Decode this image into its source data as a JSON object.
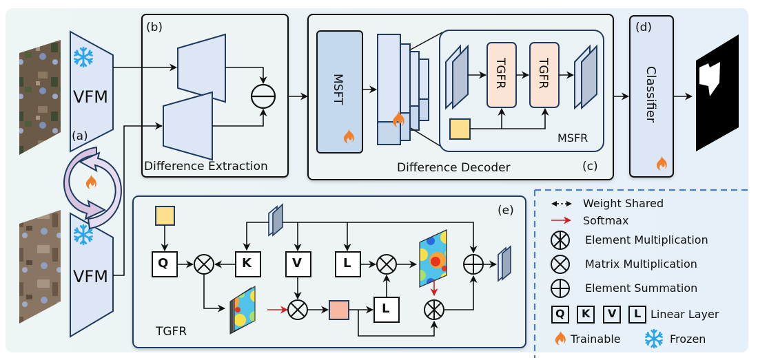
{
  "figure": {
    "panels": {
      "a": {
        "tag": "(a)",
        "encoder_label": "VFM"
      },
      "b": {
        "tag": "(b)",
        "title": "Difference Extraction"
      },
      "c": {
        "tag": "(c)",
        "title": "Difference Decoder",
        "msft_label": "MSFT",
        "msfr_label": "MSFR",
        "tgfr_label": "TGFR"
      },
      "d": {
        "tag": "(d)",
        "title": "Classifier"
      },
      "e": {
        "tag": "(e)",
        "title": "TGFR",
        "linear_q": "Q",
        "linear_k": "K",
        "linear_v": "V",
        "linear_l": "L"
      }
    },
    "legend": {
      "items": [
        {
          "symbol": "dashed-double-arrow",
          "label": "Weight Shared"
        },
        {
          "symbol": "red-arrow",
          "label": "Softmax"
        },
        {
          "symbol": "circled-asterisk",
          "label": "Element Multiplication"
        },
        {
          "symbol": "circled-times",
          "label": "Matrix Multiplication"
        },
        {
          "symbol": "circled-plus",
          "label": "Element Summation"
        },
        {
          "symbol": "linear-boxes",
          "label": "Linear Layer",
          "boxes": [
            "Q",
            "K",
            "V",
            "L"
          ]
        },
        {
          "symbol": "flame",
          "label": "Trainable"
        },
        {
          "symbol": "snowflake",
          "label": "Frozen"
        }
      ]
    },
    "colors": {
      "panel_bg": "#eaf2f6",
      "block_fill": "#dce6f4",
      "block_stroke": "#1f3a5f",
      "msft_fill": "#c4d8ee",
      "tgfr_fill": "#fbe3d6",
      "prompt_fill": "#fde08e",
      "flame": "#f07f2c",
      "snow": "#2aa6e8",
      "softmax": "#cc1f1f",
      "legend_border": "#4a7cc9"
    }
  }
}
